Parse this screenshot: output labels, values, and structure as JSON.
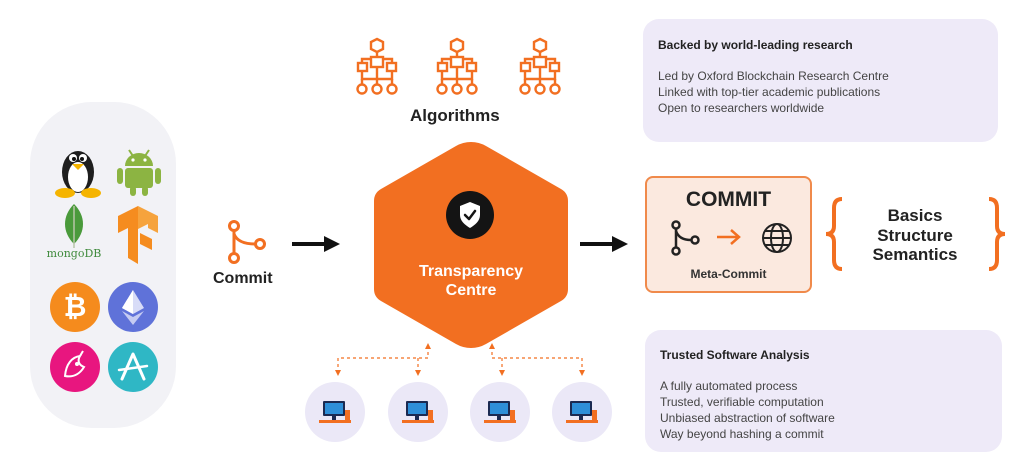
{
  "left_logos": [
    {
      "name": "linux-tux-icon"
    },
    {
      "name": "android-icon"
    },
    {
      "name": "mongodb-icon",
      "label": "mongoDB"
    },
    {
      "name": "tensorflow-icon"
    },
    {
      "name": "bitcoin-icon"
    },
    {
      "name": "ethereum-icon"
    },
    {
      "name": "uniswap-icon"
    },
    {
      "name": "aave-icon"
    }
  ],
  "commit_label": "Commit",
  "algorithms_label": "Algorithms",
  "transparency_centre": {
    "line1": "Transparency",
    "line2": "Centre"
  },
  "research": {
    "title": "Backed by world-leading research",
    "lines": [
      "Led by Oxford Blockchain Research Centre",
      "Linked with top-tier academic publications",
      "Open to researchers worldwide"
    ]
  },
  "commit_box": {
    "title": "COMMIT",
    "subtitle": "Meta-Commit"
  },
  "basics": [
    "Basics",
    "Structure",
    "Semantics"
  ],
  "analysis": {
    "title": "Trusted Software Analysis",
    "lines": [
      "A fully automated process",
      "Trusted, verifiable computation",
      "Unbiased abstraction of software",
      "Way beyond hashing a commit"
    ]
  },
  "colors": {
    "accent": "#f26f21",
    "panel": "#eeeaf8",
    "commit_fill": "#fbe9df"
  }
}
